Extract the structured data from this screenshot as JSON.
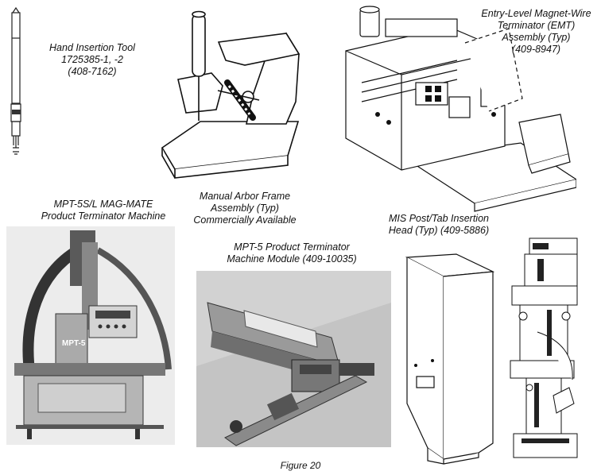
{
  "captions": {
    "hand_tool": [
      "Hand Insertion Tool",
      "1725385-1, -2",
      "(408-7162)"
    ],
    "emt": [
      "Entry-Level Magnet-Wire",
      "Terminator (EMT)",
      "Assembly (Typ)",
      "(409-8947)"
    ],
    "arbor": [
      "Manual Arbor Frame",
      "Assembly (Typ)",
      "Commercially Available"
    ],
    "mpt5sl": [
      "MPT-5S/L MAG-MATE",
      "Product Terminator Machine"
    ],
    "mpt5": [
      "MPT-5 Product Terminator",
      "Machine Module (409-10035)"
    ],
    "mis": [
      "MIS Post/Tab Insertion",
      "Head (Typ) (409-5886)"
    ]
  },
  "figure_label": "Figure 20",
  "panel_text": {
    "mpt_label": "MPT-5"
  }
}
